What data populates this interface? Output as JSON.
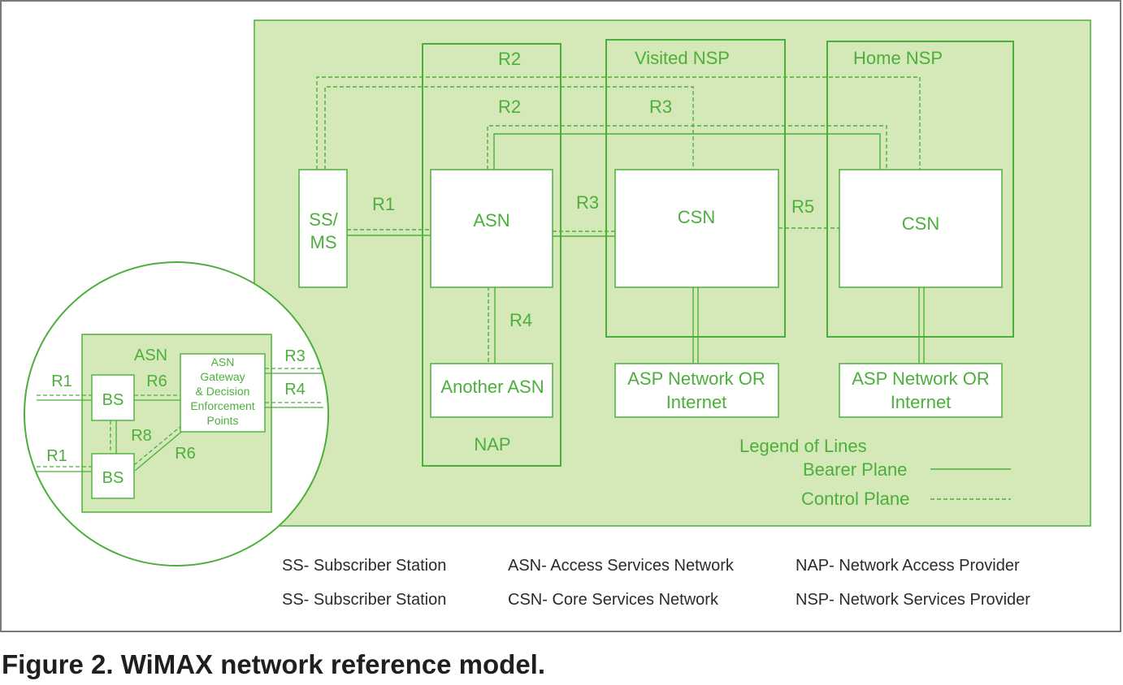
{
  "colors": {
    "green": "#4caf3c",
    "panel_fill": "#d5e8b8",
    "box_fill": "#ffffff",
    "frame": "#7a7a7a",
    "text_dark": "#2b2b2b"
  },
  "regions": {
    "visited_nsp": "Visited NSP",
    "home_nsp": "Home NSP",
    "nap": "NAP"
  },
  "boxes": {
    "ss_ms_line1": "SS/",
    "ss_ms_line2": "MS",
    "asn": "ASN",
    "csn_visited": "CSN",
    "csn_home": "CSN",
    "another_asn": "Another ASN",
    "asp_visited_line1": "ASP Network OR",
    "asp_visited_line2": "Internet",
    "asp_home_line1": "ASP Network OR",
    "asp_home_line2": "Internet"
  },
  "reference_points": {
    "r1": "R1",
    "r2_outer": "R2",
    "r2_inner": "R2",
    "r3_top": "R3",
    "r3_mid": "R3",
    "r4": "R4",
    "r5": "R5"
  },
  "legend": {
    "title": "Legend of Lines",
    "bearer": "Bearer Plane",
    "control": "Control Plane"
  },
  "detail": {
    "asn_label": "ASN",
    "gateway_line1": "ASN",
    "gateway_line2": "Gateway",
    "gateway_line3": "& Decision",
    "gateway_line4": "Enforcement",
    "gateway_line5": "Points",
    "bs_top": "BS",
    "bs_bottom": "BS",
    "r1_top": "R1",
    "r1_bottom": "R1",
    "r6_top": "R6",
    "r6_diag": "R6",
    "r8": "R8",
    "r3": "R3",
    "r4": "R4"
  },
  "abbreviations": [
    "SS- Subscriber Station",
    "ASN- Access Services Network",
    "NAP- Network Access Provider",
    "SS- Subscriber Station",
    "CSN- Core Services Network",
    "NSP- Network Services Provider"
  ],
  "caption": "Figure 2. WiMAX network reference model."
}
